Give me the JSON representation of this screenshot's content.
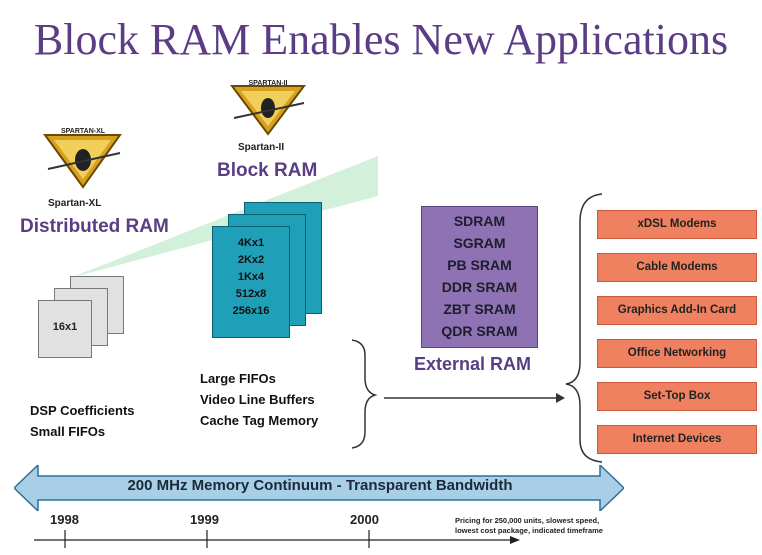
{
  "title": "Block RAM Enables New Applications",
  "spartan_xl": {
    "logo_text": "SPARTAN-XL",
    "caption": "Spartan-XL",
    "label": "Distributed RAM"
  },
  "spartan_ii": {
    "logo_text": "SPARTAN-II",
    "caption": "Spartan-II",
    "label": "Block RAM"
  },
  "distributed_block": {
    "size": "16x1",
    "uses": [
      "DSP Coefficients",
      "Small FIFOs"
    ]
  },
  "block_ram": {
    "configs": [
      "4Kx1",
      "2Kx2",
      "1Kx4",
      "512x8",
      "256x16"
    ],
    "uses": [
      "Large FIFOs",
      "Video Line Buffers",
      "Cache Tag Memory"
    ]
  },
  "external_ram": {
    "types": [
      "SDRAM",
      "SGRAM",
      "PB SRAM",
      "DDR SRAM",
      "ZBT SRAM",
      "QDR SRAM"
    ],
    "label": "External RAM"
  },
  "applications": [
    "xDSL Modems",
    "Cable Modems",
    "Graphics Add-In Card",
    "Office Networking",
    "Set-Top Box",
    "Internet Devices"
  ],
  "continuum": {
    "label": "200 MHz Memory Continuum - Transparent Bandwidth"
  },
  "timeline": {
    "years": [
      "1998",
      "1999",
      "2000"
    ],
    "note": [
      "Pricing for 250,000 units, slowest speed,",
      "lowest cost package, indicated timeframe"
    ]
  },
  "colors": {
    "title": "#5a3d85",
    "teal": "#1f9fb8",
    "purple_box": "#8e72b3",
    "orange_box": "#ef8060",
    "arrow": "#a9cfe6"
  }
}
